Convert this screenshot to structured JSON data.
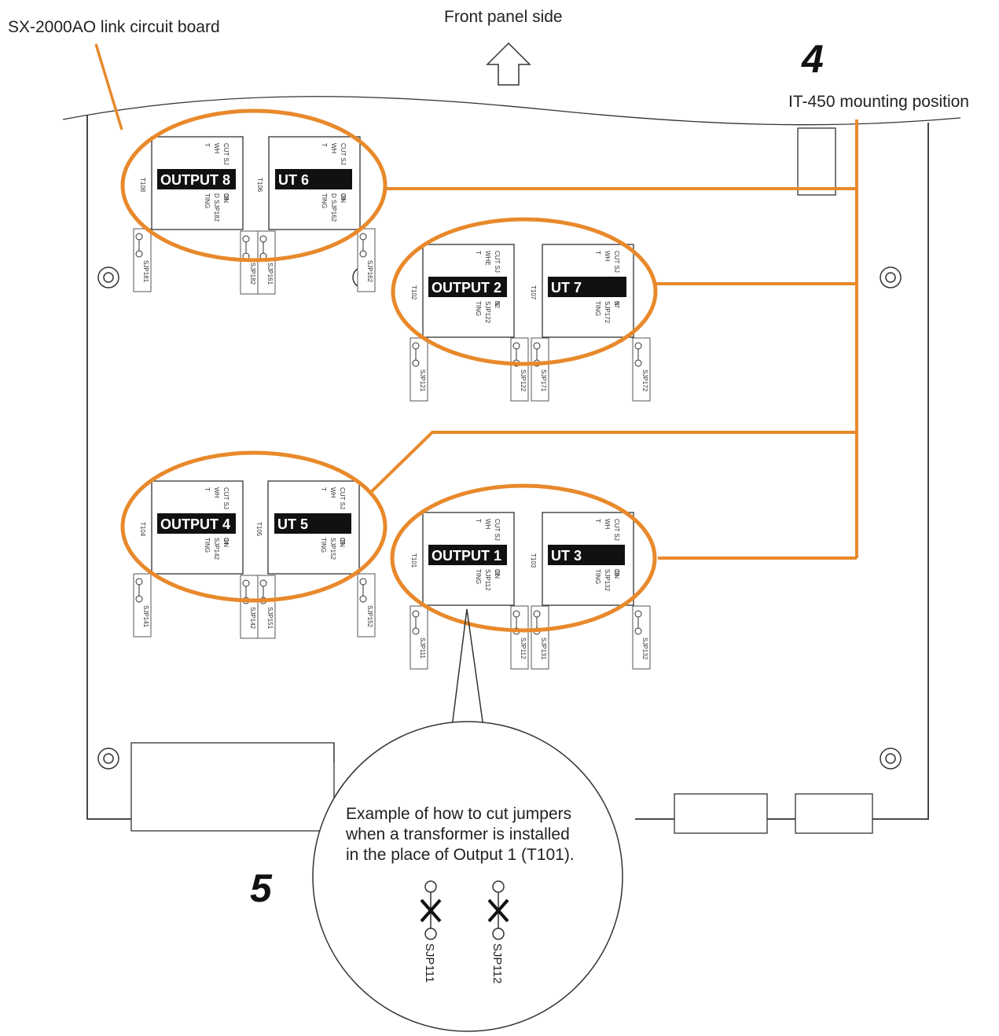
{
  "labels": {
    "board": "SX-2000AO link circuit board",
    "front": "Front panel side",
    "mount": "IT-450 mounting position",
    "step4": "4",
    "step5": "5",
    "example_lines": [
      "Example of how to cut jumpers",
      "when a transformer is installed",
      "in the place of Output 1 (T101)."
    ]
  },
  "transformers": [
    {
      "id": "T108",
      "text": "OUTPUT 8",
      "markings": [
        "CUT SJ",
        "WH",
        "T",
        "ON",
        "D SJP182",
        "TING",
        "08"
      ]
    },
    {
      "id": "T106",
      "text": "UT 6",
      "markings": [
        "CUT SJ",
        "WH",
        "T",
        "ON",
        "D SJP162",
        "TING",
        "06"
      ]
    },
    {
      "id": "T102",
      "text": "OUTPUT 2",
      "markings": [
        "CUT SJ",
        "WHE",
        "T",
        "N",
        "SJP122",
        "TING",
        "02"
      ]
    },
    {
      "id": "T107",
      "text": "UT 7",
      "markings": [
        "CUT SJ",
        "WH",
        "T",
        "N",
        "SJP172",
        "TING",
        "07"
      ]
    },
    {
      "id": "T104",
      "text": "OUTPUT 4",
      "markings": [
        "CUT SJ",
        "WH",
        "T",
        "ON",
        "SJP142",
        "TING",
        "04"
      ]
    },
    {
      "id": "T105",
      "text": "UT 5",
      "markings": [
        "CUT SJ",
        "WH",
        "T",
        "ON",
        "SJP152",
        "TING",
        "05"
      ]
    },
    {
      "id": "T101",
      "text": "OUTPUT 1",
      "markings": [
        "CUT SJ",
        "WH",
        "T",
        "ON",
        "SJP112",
        "TING",
        "01"
      ]
    },
    {
      "id": "T103",
      "text": "UT 3",
      "markings": [
        "CUT SJ",
        "WH",
        "T",
        "ON",
        "SJP132",
        "TING",
        "03"
      ]
    }
  ],
  "jumpers": [
    "SJP181",
    "SJP182",
    "SJP161",
    "SJP162",
    "SJP121",
    "SJP122",
    "SJP171",
    "SJP172",
    "SJP141",
    "SJP142",
    "SJP151",
    "SJP152",
    "SJP111",
    "SJP112",
    "SJP131",
    "SJP132"
  ],
  "example_jumpers": [
    "SJP111",
    "SJP112"
  ],
  "colors": {
    "accent": "#e8892b",
    "line": "#333333"
  }
}
